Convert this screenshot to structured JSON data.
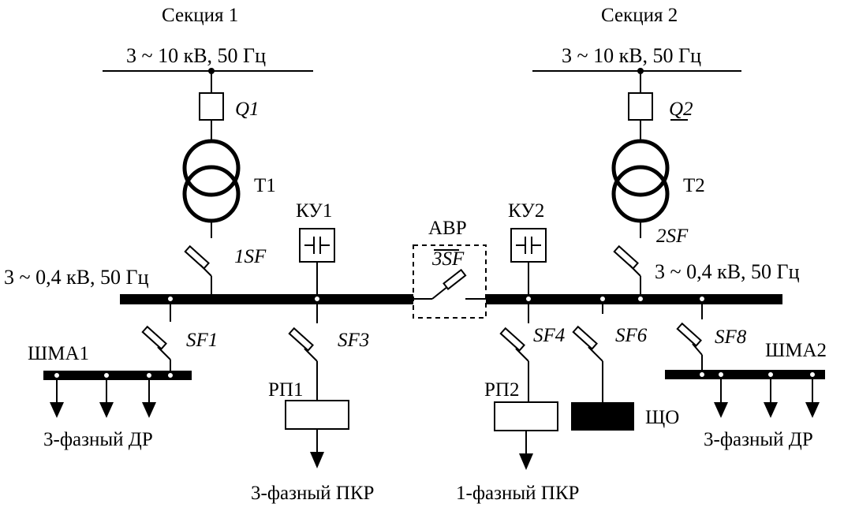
{
  "colors": {
    "ink": "#000000",
    "paper": "#ffffff"
  },
  "section1": {
    "title": "Секция 1",
    "supply": "3 ~ 10 кВ, 50 Гц",
    "breaker": "Q1",
    "transformer": "Т1",
    "lv_breaker": "1SF",
    "bus_label": "3 ~ 0,4 кВ, 50 Гц",
    "compensator": "КУ1",
    "feeder_sf1": "SF1",
    "feeder_sf3": "SF3",
    "busway": "ШМА1",
    "busway_load": "3-фазный ДР",
    "panel": "РП1",
    "panel_load": "3-фазный ПКР"
  },
  "section2": {
    "title": "Секция 2",
    "supply": "3 ~ 10 кВ, 50 Гц",
    "breaker": "Q2",
    "transformer": "Т2",
    "lv_breaker": "2SF",
    "bus_label": "3 ~ 0,4 кВ, 50 Гц",
    "compensator": "КУ2",
    "feeder_sf4": "SF4",
    "feeder_sf6": "SF6",
    "feeder_sf8": "SF8",
    "busway": "ШМА2",
    "busway_load": "3-фазный ДР",
    "panel": "РП2",
    "panel_load": "1-фазный ПКР",
    "lighting": "ЩО"
  },
  "tie": {
    "title": "АВР",
    "breaker": "3SF"
  },
  "icons": {
    "compensator": "capacitor-icon",
    "breaker_hv": "hv-breaker-icon",
    "transformer": "transformer-icon",
    "breaker_lv": "circuit-breaker-icon",
    "load": "load-arrow-icon"
  }
}
